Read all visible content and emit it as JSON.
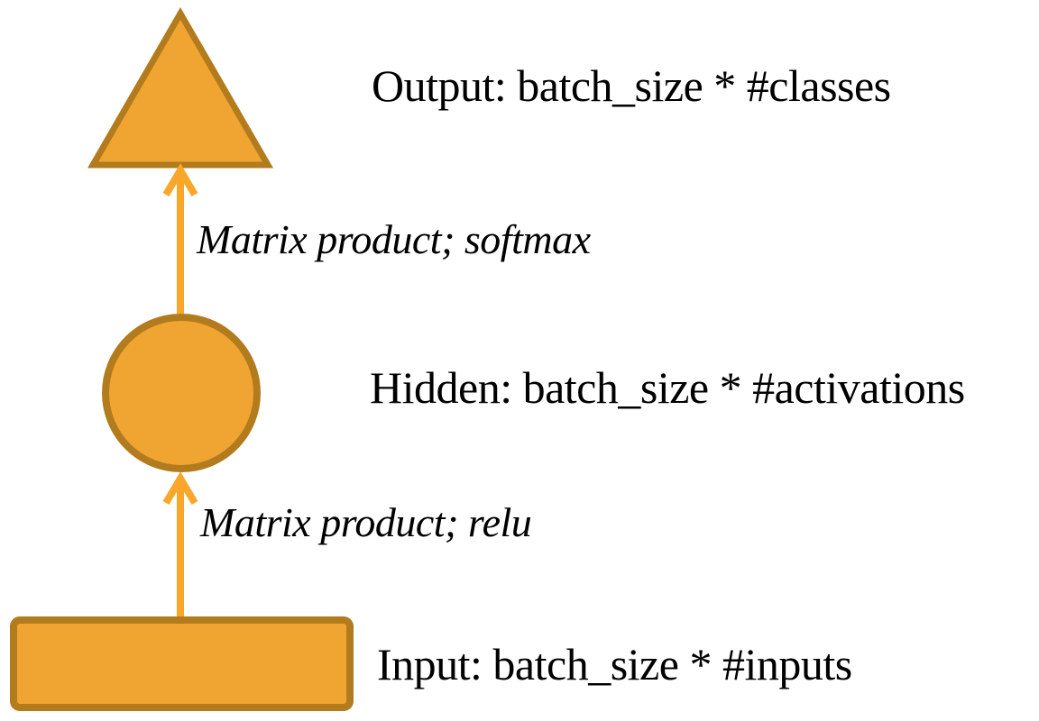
{
  "diagram": {
    "type": "neural-network-layer-diagram",
    "nodes": [
      {
        "id": "output",
        "shape": "triangle",
        "label": "Output: batch_size * #classes"
      },
      {
        "id": "hidden",
        "shape": "circle",
        "label": "Hidden: batch_size * #activations"
      },
      {
        "id": "input",
        "shape": "rectangle",
        "label": "Input: batch_size * #inputs"
      }
    ],
    "edges": [
      {
        "from": "hidden",
        "to": "output",
        "label": "Matrix product; softmax"
      },
      {
        "from": "input",
        "to": "hidden",
        "label": "Matrix product; relu"
      }
    ],
    "colors": {
      "node_fill": "#F0A432",
      "node_stroke": "#B27B1D",
      "arrow": "#F8A72B",
      "text": "#000000",
      "background": "#FFFFFF"
    }
  }
}
